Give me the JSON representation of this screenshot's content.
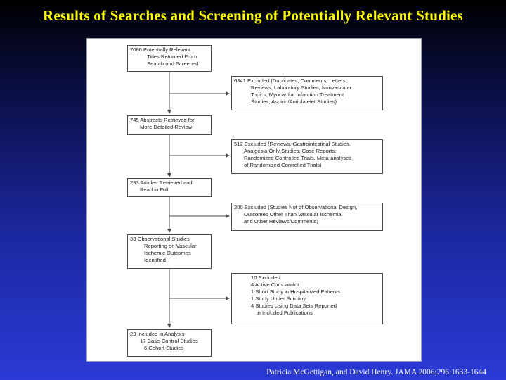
{
  "title": "Results of Searches and Screening of Potentially Relevant Studies",
  "citation": "Patricia McGettigan, and David Henry.  JAMA 2006;296:1633-1644",
  "flowchart": {
    "main_boxes": [
      {
        "lines": [
          "7086  Potentially Relevant",
          "Titles Returned From",
          "Search and Screened"
        ]
      },
      {
        "lines": [
          "745  Abstracts Retrieved for",
          "More Detailed Review"
        ]
      },
      {
        "lines": [
          "233  Articles Retrieved and",
          "Read in Full"
        ]
      },
      {
        "lines": [
          "33  Observational Studies",
          "Reporting on Vascular",
          "Ischemic Outcomes",
          "Identified"
        ]
      },
      {
        "lines": [
          "23  Included in Analysis",
          "17  Case-Control Studies",
          "6  Cohort Studies"
        ]
      }
    ],
    "excluded_boxes": [
      {
        "lines": [
          "6341  Excluded (Duplicates, Comments, Letters,",
          "Reviews, Laboratory Studies, Nonvascular",
          "Topics, Myocardial Infarction Treatment",
          "Studies, Aspirin/Antiplatelet Studies)"
        ]
      },
      {
        "lines": [
          "512  Excluded (Reviews, Gastrointestinal Studies,",
          "Analgesia Only Studies, Case Reports,",
          "Randomized Controlled Trials, Meta-analyses",
          "of Randomized Controlled Trials)"
        ]
      },
      {
        "lines": [
          "200  Excluded (Studies Not of Observational Design,",
          "Outcomes Other Than Vascular Ischemia,",
          "and Other Reviews/Comments)"
        ]
      },
      {
        "lines": [
          "10  Excluded",
          "4  Active Comparator",
          "1  Short Study in Hospitalized Patients",
          "1  Study Under Scrutiny",
          "4  Studies Using Data Sets Reported",
          "in Included Publications"
        ]
      }
    ]
  }
}
